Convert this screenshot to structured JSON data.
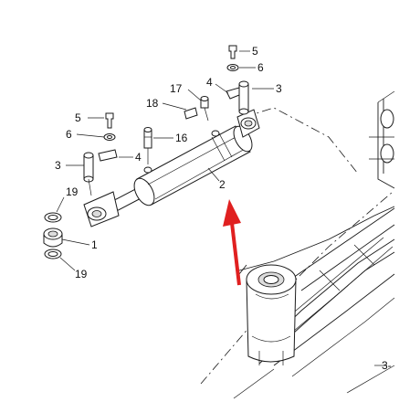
{
  "diagram": {
    "callouts": {
      "c1": "1",
      "c2": "2",
      "c3a": "3",
      "c3b": "3",
      "c3c": "3-",
      "c4a": "4",
      "c4b": "4",
      "c5a": "5",
      "c5b": "5",
      "c6a": "6",
      "c6b": "6",
      "c16": "16",
      "c17": "17",
      "c18": "18",
      "c19a": "19",
      "c19b": "19"
    },
    "arrow_color": "#e02020"
  }
}
